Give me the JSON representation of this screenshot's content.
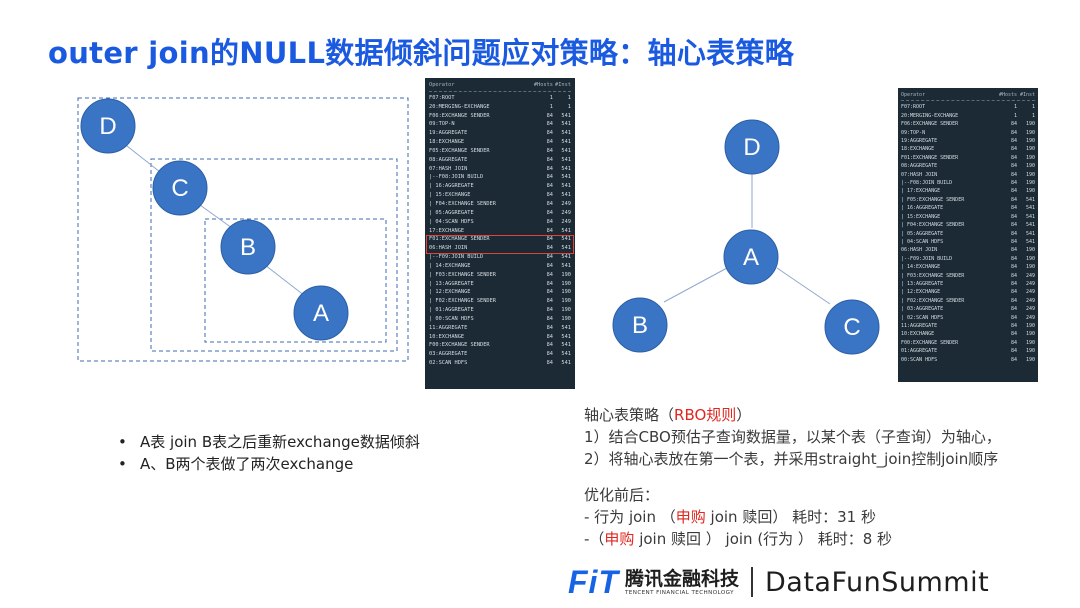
{
  "title": "outer join的NULL数据倾斜问题应对策略：轴心表策略",
  "diagram_left": {
    "nodes": [
      "D",
      "C",
      "B",
      "A"
    ]
  },
  "diagram_right": {
    "nodes": [
      "D",
      "A",
      "B",
      "C"
    ]
  },
  "plan_left": {
    "headers": {
      "operator": "Operator",
      "hosts": "#Hosts",
      "inst": "#Inst"
    },
    "rows": [
      [
        "F07:ROOT",
        "1",
        "1"
      ],
      [
        "20:MERGING-EXCHANGE",
        "1",
        "1"
      ],
      [
        "F06:EXCHANGE SENDER",
        "84",
        "541"
      ],
      [
        "09:TOP-N",
        "84",
        "541"
      ],
      [
        "19:AGGREGATE",
        "84",
        "541"
      ],
      [
        "18:EXCHANGE",
        "84",
        "541"
      ],
      [
        "F05:EXCHANGE SENDER",
        "84",
        "541"
      ],
      [
        "08:AGGREGATE",
        "84",
        "541"
      ],
      [
        "07:HASH JOIN",
        "84",
        "541"
      ],
      [
        "|--F08:JOIN BUILD",
        "84",
        "541"
      ],
      [
        "|  16:AGGREGATE",
        "84",
        "541"
      ],
      [
        "|  15:EXCHANGE",
        "84",
        "541"
      ],
      [
        "|  F04:EXCHANGE SENDER",
        "84",
        "249"
      ],
      [
        "|  05:AGGREGATE",
        "84",
        "249"
      ],
      [
        "|  04:SCAN HDFS",
        "84",
        "249"
      ],
      [
        "17:EXCHANGE",
        "84",
        "541"
      ],
      [
        "F01:EXCHANGE SENDER",
        "84",
        "541"
      ],
      [
        "06:HASH JOIN",
        "84",
        "541"
      ],
      [
        "|--F09:JOIN BUILD",
        "84",
        "541"
      ],
      [
        "|  14:EXCHANGE",
        "84",
        "541"
      ],
      [
        "|  F03:EXCHANGE SENDER",
        "84",
        "190"
      ],
      [
        "|  13:AGGREGATE",
        "84",
        "190"
      ],
      [
        "|  12:EXCHANGE",
        "84",
        "190"
      ],
      [
        "|  F02:EXCHANGE SENDER",
        "84",
        "190"
      ],
      [
        "|  01:AGGREGATE",
        "84",
        "190"
      ],
      [
        "|  00:SCAN HDFS",
        "84",
        "190"
      ],
      [
        "11:AGGREGATE",
        "84",
        "541"
      ],
      [
        "10:EXCHANGE",
        "84",
        "541"
      ],
      [
        "F00:EXCHANGE SENDER",
        "84",
        "541"
      ],
      [
        "03:AGGREGATE",
        "84",
        "541"
      ],
      [
        "02:SCAN HDFS",
        "84",
        "541"
      ]
    ]
  },
  "plan_right": {
    "headers": {
      "operator": "Operator",
      "hosts": "#Hosts",
      "inst": "#Inst"
    },
    "rows": [
      [
        "F07:ROOT",
        "1",
        "1"
      ],
      [
        "20:MERGING-EXCHANGE",
        "1",
        "1"
      ],
      [
        "F06:EXCHANGE SENDER",
        "84",
        "190"
      ],
      [
        "09:TOP-N",
        "84",
        "190"
      ],
      [
        "19:AGGREGATE",
        "84",
        "190"
      ],
      [
        "18:EXCHANGE",
        "84",
        "190"
      ],
      [
        "F01:EXCHANGE SENDER",
        "84",
        "190"
      ],
      [
        "08:AGGREGATE",
        "84",
        "190"
      ],
      [
        "07:HASH JOIN",
        "84",
        "190"
      ],
      [
        "|--F08:JOIN BUILD",
        "84",
        "190"
      ],
      [
        "|  17:EXCHANGE",
        "84",
        "190"
      ],
      [
        "|  F05:EXCHANGE SENDER",
        "84",
        "541"
      ],
      [
        "|  16:AGGREGATE",
        "84",
        "541"
      ],
      [
        "|  15:EXCHANGE",
        "84",
        "541"
      ],
      [
        "|  F04:EXCHANGE SENDER",
        "84",
        "541"
      ],
      [
        "|  05:AGGREGATE",
        "84",
        "541"
      ],
      [
        "|  04:SCAN HDFS",
        "84",
        "541"
      ],
      [
        "06:HASH JOIN",
        "84",
        "190"
      ],
      [
        "|--F09:JOIN BUILD",
        "84",
        "190"
      ],
      [
        "|  14:EXCHANGE",
        "84",
        "190"
      ],
      [
        "|  F03:EXCHANGE SENDER",
        "84",
        "249"
      ],
      [
        "|  13:AGGREGATE",
        "84",
        "249"
      ],
      [
        "|  12:EXCHANGE",
        "84",
        "249"
      ],
      [
        "|  F02:EXCHANGE SENDER",
        "84",
        "249"
      ],
      [
        "|  03:AGGREGATE",
        "84",
        "249"
      ],
      [
        "|  02:SCAN HDFS",
        "84",
        "249"
      ],
      [
        "11:AGGREGATE",
        "84",
        "190"
      ],
      [
        "10:EXCHANGE",
        "84",
        "190"
      ],
      [
        "F00:EXCHANGE SENDER",
        "84",
        "190"
      ],
      [
        "01:AGGREGATE",
        "84",
        "190"
      ],
      [
        "00:SCAN HDFS",
        "84",
        "190"
      ]
    ]
  },
  "bullets": [
    "A表 join B表之后重新exchange数据倾斜",
    "A、B两个表做了两次exchange"
  ],
  "notes": {
    "strategy_prefix": "轴心表策略（",
    "strategy_rbo": "RBO规则",
    "strategy_suffix": "）",
    "line1": "1）结合CBO预估子查询数据量，以某个表（子查询）为轴心，",
    "line2": "2）将轴心表放在第一个表，并采用straight_join控制join顺序",
    "before_after": "优化前后：",
    "opt1_prefix": "-  行为 join （",
    "opt1_red": "申购",
    "opt1_suffix": " join  赎回）  耗时：31 秒",
    "opt2_prefix": "-（",
    "opt2_red": "申购",
    "opt2_suffix": " join  赎回 ） join (行为 ）  耗时：8 秒"
  },
  "footer": {
    "fit": "FiT",
    "brand_cn": "腾讯金融科技",
    "brand_en": "TENCENT FINANCIAL TECHNOLOGY",
    "summit": "DataFunSummit"
  },
  "colors": {
    "title": "#1a5ae0",
    "node": "#3a74c4",
    "panel": "#1b2a35",
    "highlight": "#e0433a",
    "red": "#e0261f"
  }
}
